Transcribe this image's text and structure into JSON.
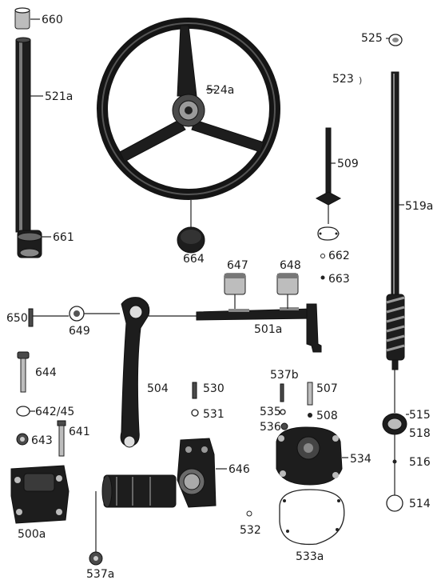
{
  "labels": {
    "p660": "660",
    "p521a": "521a",
    "p661": "661",
    "p524a": "524a",
    "p664": "664",
    "p525": "525",
    "p523": "523",
    "p509": "509",
    "p519a": "519a",
    "p662": "662",
    "p663": "663",
    "p647": "647",
    "p648": "648",
    "p650": "650",
    "p649": "649",
    "p501a": "501a",
    "p644": "644",
    "p642_45": "642/45",
    "p643": "643",
    "p641": "641",
    "p500a": "500a",
    "p504": "504",
    "p530": "530",
    "p531": "531",
    "p646": "646",
    "p537a": "537a",
    "p537b": "537b",
    "p507": "507",
    "p535": "535",
    "p508": "508",
    "p536": "536",
    "p534": "534",
    "p532": "532",
    "p533a": "533a",
    "p515": "515",
    "p518": "518",
    "p516": "516",
    "p514": "514"
  }
}
